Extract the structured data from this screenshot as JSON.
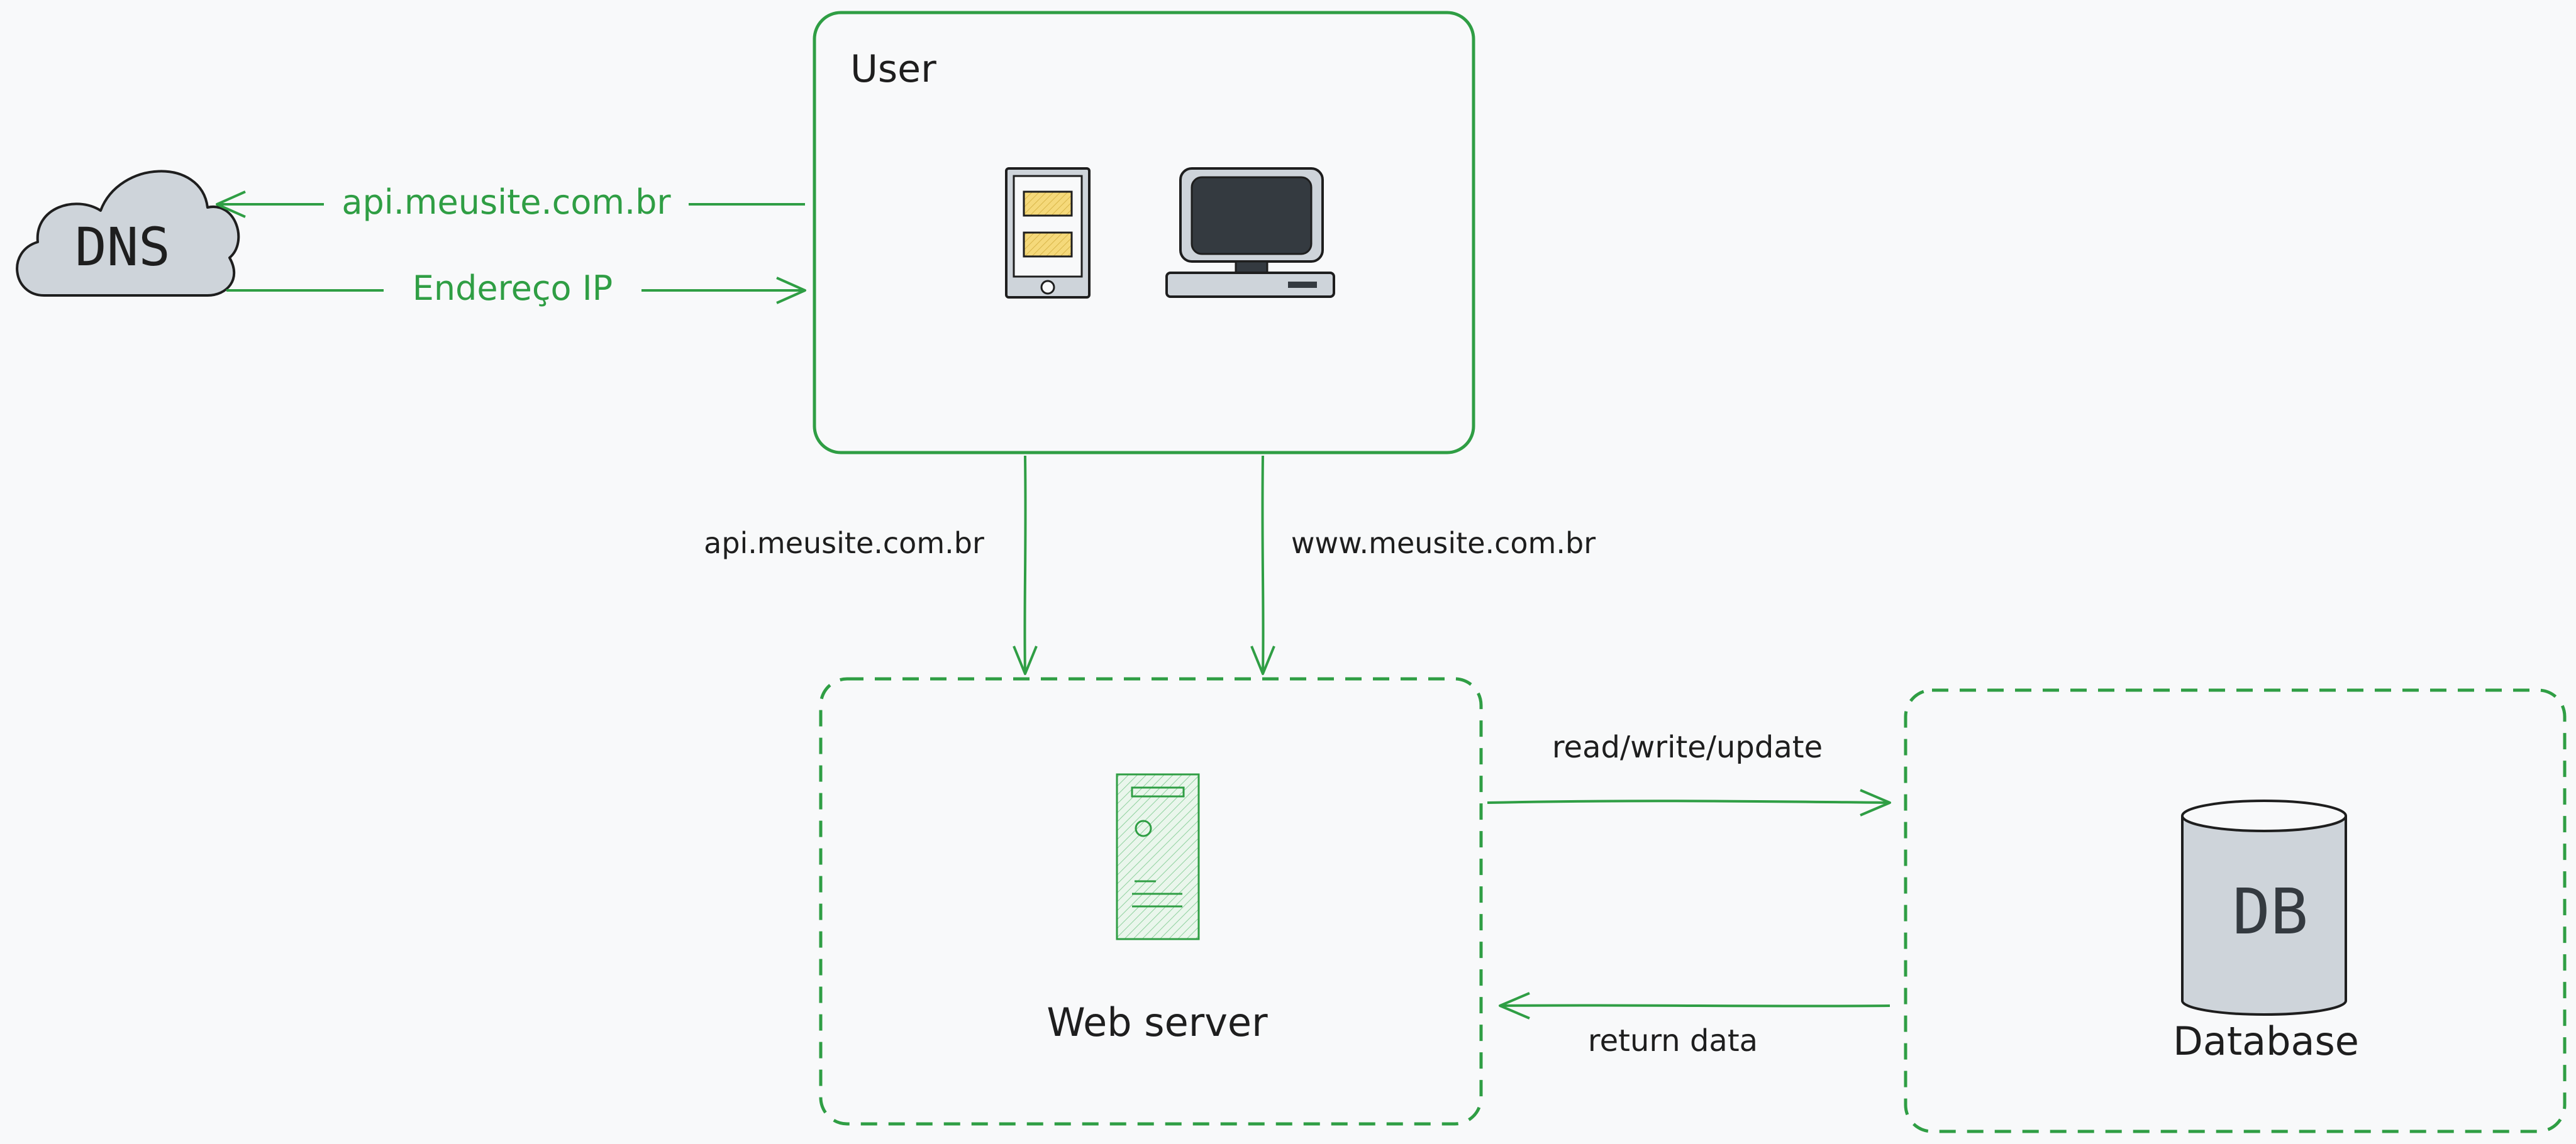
{
  "colors": {
    "background": "#f8f9fa",
    "accent_green": "#2f9e44",
    "shape_fill_gray": "#ced4da",
    "dark": "#1e1e1e",
    "screen_dark": "#343a40",
    "chip_yellow": "#f5d97a"
  },
  "nodes": {
    "dns": {
      "label": "DNS"
    },
    "user": {
      "label": "User"
    },
    "web_server": {
      "label": "Web server"
    },
    "database": {
      "label": "Database",
      "icon_label": "DB"
    }
  },
  "edges": {
    "user_to_dns": {
      "label": "api.meusite.com.br"
    },
    "dns_to_user": {
      "label": "Endereço IP"
    },
    "user_to_server_api": {
      "label": "api.meusite.com.br"
    },
    "user_to_server_www": {
      "label": "www.meusite.com.br"
    },
    "server_to_db": {
      "label": "read/write/update"
    },
    "db_to_server": {
      "label": "return data"
    }
  },
  "icons": {
    "mobile": "mobile-phone-icon",
    "desktop": "desktop-computer-icon",
    "server": "server-icon",
    "database": "database-cylinder-icon",
    "cloud": "cloud-icon"
  }
}
